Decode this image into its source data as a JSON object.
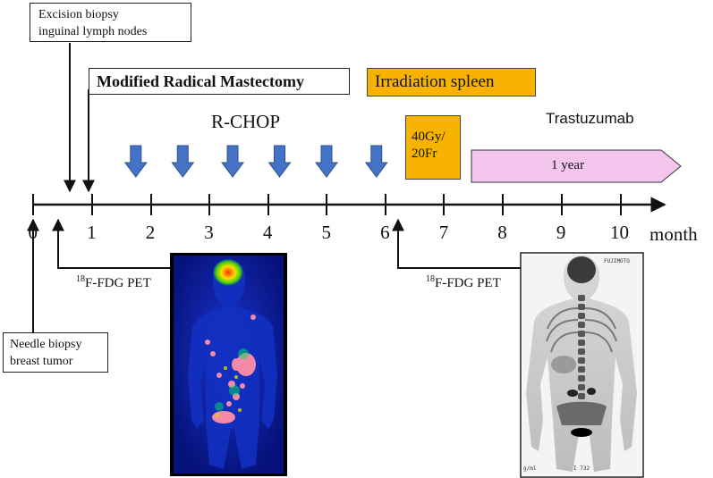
{
  "events": {
    "excision_biopsy": "Excision biopsy\ninguinal lymph nodes",
    "mastectomy": "Modified Radical Mastectomy",
    "irradiation": "Irradiation spleen",
    "rchop": "R-CHOP",
    "trastuzumab": "Trastuzumab",
    "dose": "40Gy/\n20Fr",
    "trastuzumab_duration": "1 year",
    "needle_biopsy": "Needle biopsy\nbreast tumor",
    "pet_left_sup": "18",
    "pet_left_text": "F-FDG PET",
    "pet_right_sup": "18",
    "pet_right_text": "F-FDG PET"
  },
  "timeline": {
    "ticks": [
      "0",
      "1",
      "2",
      "3",
      "4",
      "5",
      "6",
      "7",
      "8",
      "9",
      "10"
    ],
    "unit": "month"
  },
  "rchop_cycles": [
    1.75,
    2.55,
    3.4,
    4.2,
    5.0,
    5.85
  ],
  "pet_right_image": {
    "top_label": "FUJIMOTO",
    "bottom_left": "g/ml",
    "bottom_right": "I 732"
  },
  "colors": {
    "orange": "#f7b300",
    "arrow_blue": "#4472c4",
    "trastuzumab_fill": "#f4c6ee",
    "pet_blue": "#0c1fa0"
  }
}
